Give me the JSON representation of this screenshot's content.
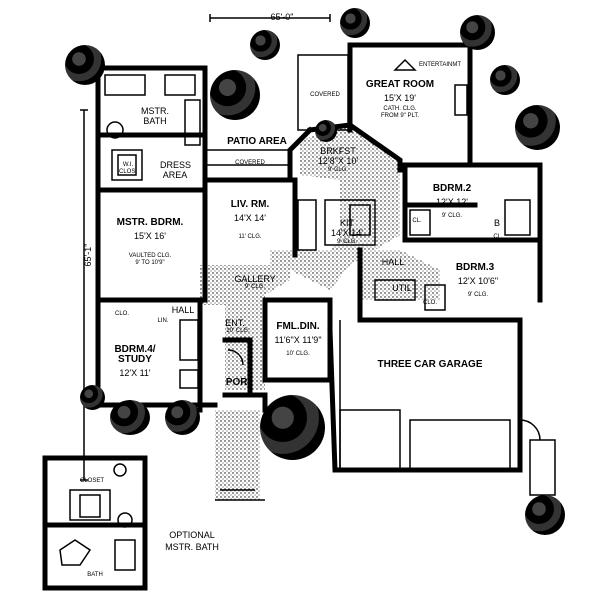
{
  "dimensions": {
    "width": "65'-0\"",
    "depth": "65'-1\""
  },
  "rooms": {
    "great_room": {
      "name": "GREAT ROOM",
      "size": "15'X 19'",
      "note": "CATH. CLG. FROM 9\" PLT."
    },
    "entertainment": "ENTERTAINMT",
    "covered_top": "COVERED",
    "mstr_bath": "MSTR. BATH",
    "wi_clos": "W.I. CLOS.",
    "dress_area": "DRESS AREA",
    "patio": "PATIO AREA",
    "covered_patio": "COVERED",
    "brkfst": {
      "name": "BRKFST",
      "size": "12'8\"X 10'",
      "note": "9' CLG."
    },
    "liv_rm": {
      "name": "LIV. RM.",
      "size": "14'X 14'",
      "note": "11' CLG."
    },
    "mstr_bdrm": {
      "name": "MSTR. BDRM.",
      "size": "15'X 16'",
      "note": "VAULTED CLG. 9' TO 10'9\""
    },
    "kit": {
      "name": "KIT",
      "size": "14'X 14'",
      "note": "9' CLG."
    },
    "bdrm2": {
      "name": "BDRM.2",
      "size": "12'X 12'",
      "note": "9' CLG."
    },
    "bdrm3": {
      "name": "BDRM.3",
      "size": "12'X 10'6\"",
      "note": "9' CLG."
    },
    "gallery": {
      "name": "GALLERY",
      "note": "9' CLG."
    },
    "hall_left": "HALL",
    "hall_right": "HALL",
    "util": "UTIL",
    "ent": {
      "name": "ENT.",
      "note": "10' CLG."
    },
    "fml_din": {
      "name": "FML.DIN.",
      "size": "11'6\"X 11'9\"",
      "note": "10' CLG."
    },
    "bdrm4": {
      "name": "BDRM.4/ STUDY",
      "size": "12'X 11'"
    },
    "por": "POR.",
    "garage": "THREE CAR GARAGE",
    "clo_a": "CLO.",
    "clo_b": "CLO.",
    "clo_c": "CL.",
    "clo_d": "CL.",
    "lin": "LIN.",
    "b": "B"
  },
  "optional": {
    "closet": "CLOSET",
    "bath": "BATH",
    "title_line1": "OPTIONAL",
    "title_line2": "MSTR. BATH"
  }
}
